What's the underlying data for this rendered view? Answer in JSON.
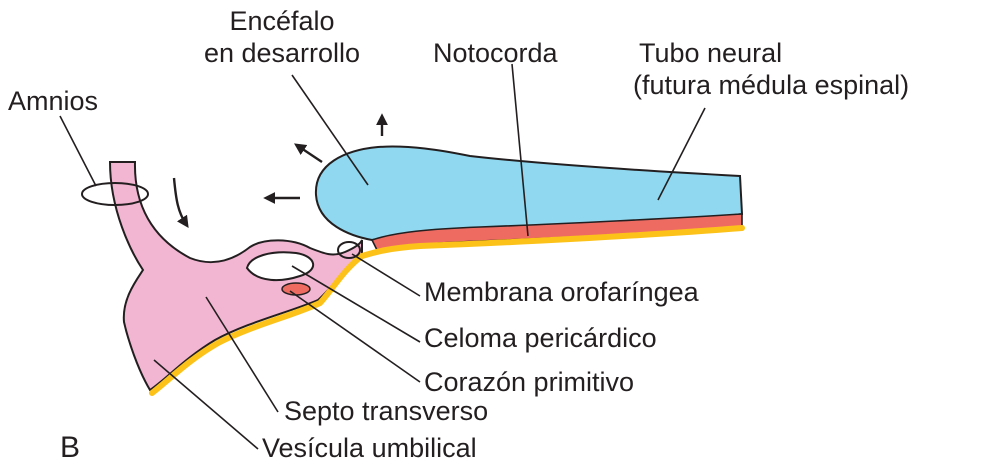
{
  "figure": {
    "panel_letter": "B",
    "labels": {
      "encefalo_line1": "Encéfalo",
      "encefalo_line2": "en desarrollo",
      "notocorda": "Notocorda",
      "tubo_line1": "Tubo neural",
      "tubo_line2": "(futura médula espinal)",
      "amnios": "Amnios",
      "membrana": "Membrana orofaríngea",
      "celoma": "Celoma pericárdico",
      "corazon": "Corazón primitivo",
      "septo": "Septo transverso",
      "vesicula": "Vesícula umbilical"
    }
  },
  "colors": {
    "neural_tube": "#8fd8ef",
    "notochord": "#ee6b62",
    "endoderm": "#fcc21a",
    "mesoderm_pink": "#f3b6d2",
    "heart": "#ee6b62",
    "outline": "#231f20"
  }
}
